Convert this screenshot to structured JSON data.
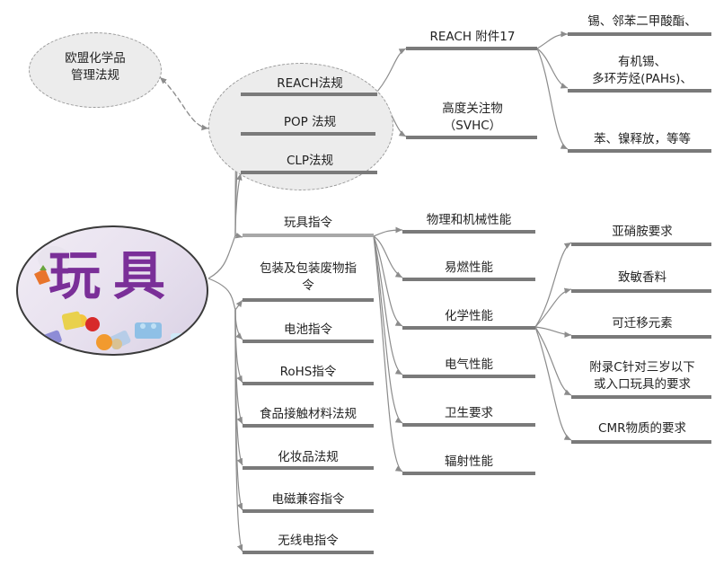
{
  "root": {
    "title": "玩具"
  },
  "eu": {
    "label": "欧盟化学品\n管理法规"
  },
  "reach": {
    "label": "REACH法规",
    "children": [
      {
        "label": "REACH 附件17",
        "items": [
          "锡、邻苯二甲酸酯、",
          "有机锡、\n多环芳烃(PAHs)、",
          "苯、镍释放，等等"
        ]
      },
      {
        "label": "高度关注物\n（SVHC）"
      }
    ]
  },
  "pop": {
    "label": "POP 法规"
  },
  "clp": {
    "label": "CLP法规"
  },
  "toy_directive": {
    "label": "玩具指令",
    "children": [
      "物理和机械性能",
      "易燃性能",
      "化学性能",
      "电气性能",
      "卫生要求",
      "辐射性能"
    ],
    "chemical_children": [
      "亚硝胺要求",
      "致敏香料",
      "可迁移元素",
      "附录C针对三岁以下\n或入口玩具的要求",
      "CMR物质的要求"
    ]
  },
  "others": [
    "包装及包装废物指\n令",
    "电池指令",
    "RoHS指令",
    "食品接触材料法规",
    "化妆品法规",
    "电磁兼容指令",
    "无线电指令"
  ],
  "colors": {
    "root_text": "#7a2f98",
    "bar": "#7a7a7a",
    "line": "#8c8c8c",
    "oval_fill": "#ececec"
  }
}
